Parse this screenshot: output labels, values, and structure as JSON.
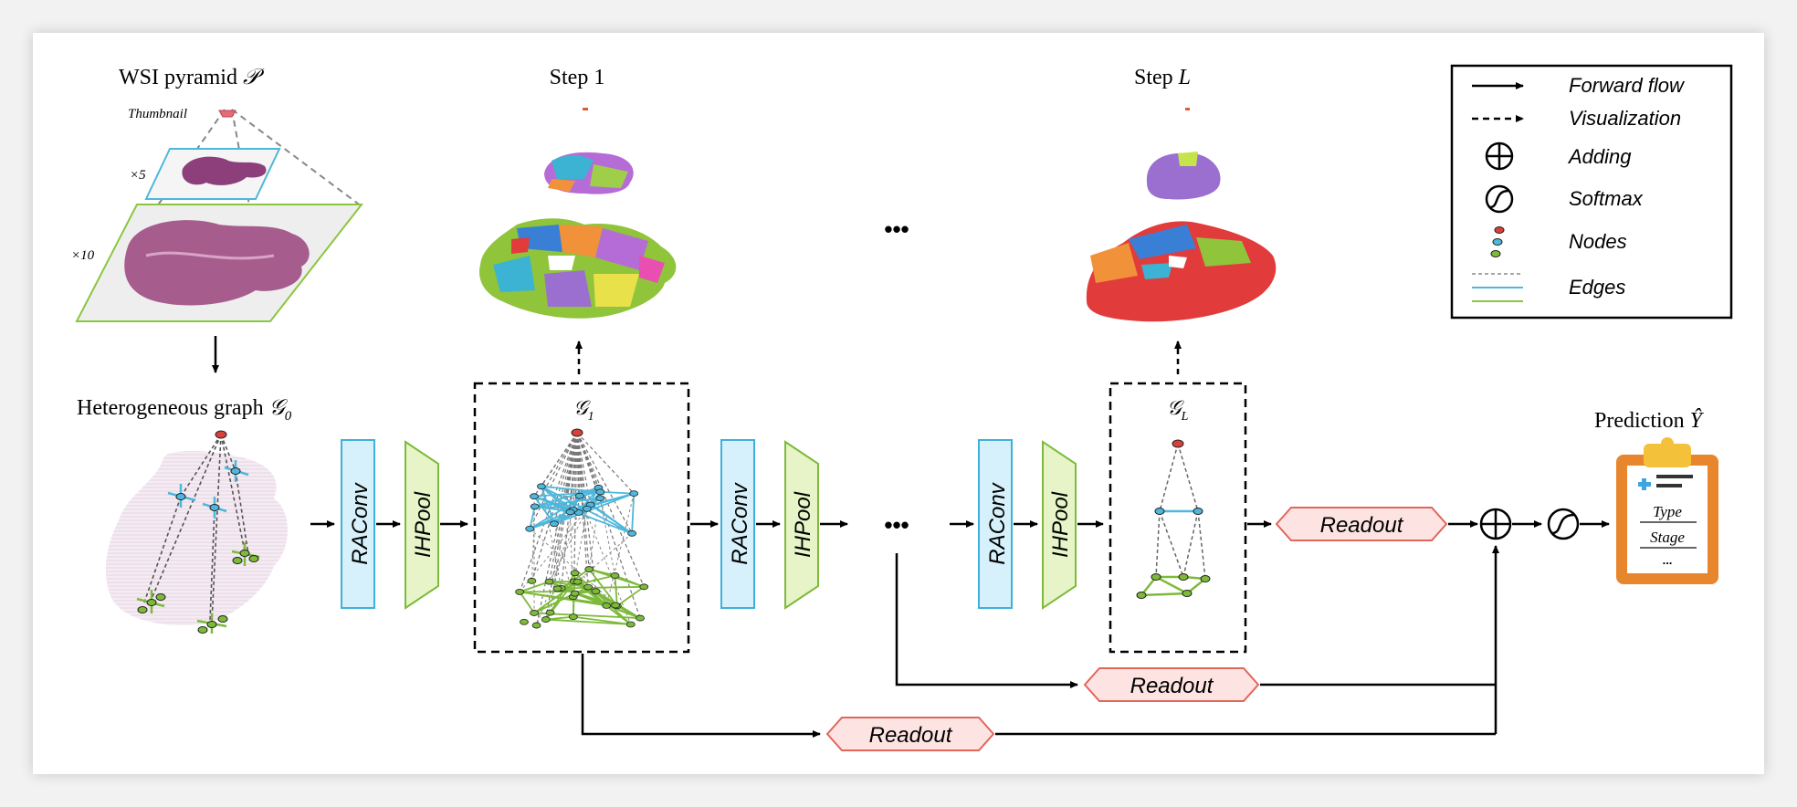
{
  "pyramid": {
    "title": "WSI pyramid",
    "title_symbol": "𝒫",
    "thumbnail_label": "Thumbnail",
    "level1_label": "×5",
    "level2_label": "×10"
  },
  "graph0": {
    "title": "Heterogeneous graph",
    "symbol": "𝒢",
    "subscript": "0"
  },
  "steps": {
    "step1_title": "Step 1",
    "stepL_prefix": "Step",
    "stepL_symbol": "L",
    "g1_symbol": "𝒢",
    "g1_subscript": "1",
    "gL_symbol": "𝒢",
    "gL_subscript": "L"
  },
  "modules": {
    "raconv": "RAConv",
    "ihpool": "IHPool",
    "readout": "Readout",
    "ellipsis": "•••"
  },
  "prediction": {
    "title": "Prediction",
    "symbol": "Ŷ",
    "type_label": "Type",
    "stage_label": "Stage",
    "more": "..."
  },
  "legend": {
    "items": [
      {
        "label": "Forward flow"
      },
      {
        "label": "Visualization"
      },
      {
        "label": "Adding"
      },
      {
        "label": "Softmax"
      },
      {
        "label": "Nodes"
      },
      {
        "label": "Edges"
      }
    ]
  },
  "colors": {
    "raconv_fill": "#d6f1fb",
    "raconv_stroke": "#3fb0dc",
    "ihpool_fill": "#e6f4c7",
    "ihpool_stroke": "#7dba3a",
    "readout_fill": "#fde4e2",
    "readout_stroke": "#e0665a",
    "edge_blue": "#4eb7dc",
    "edge_green": "#7dba3a",
    "node_red": "#d9403a",
    "clipboard": "#e8862e"
  }
}
